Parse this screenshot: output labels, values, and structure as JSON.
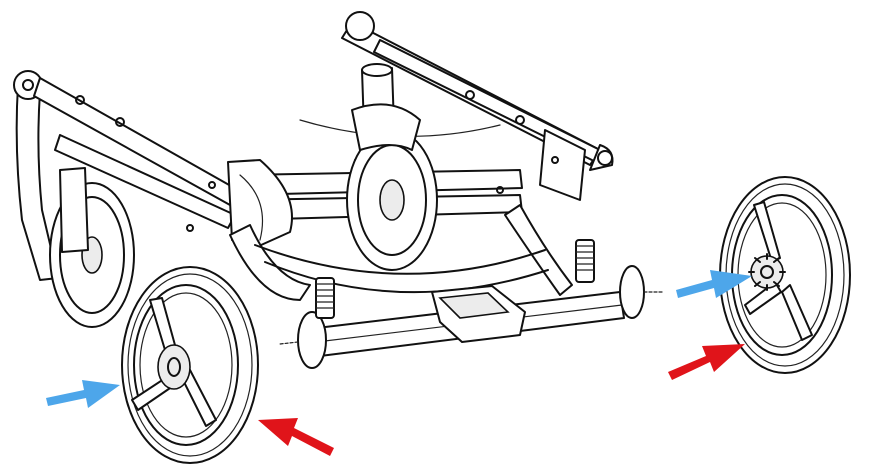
{
  "figure": {
    "subject": "stroller-chassis-wheel-assembly",
    "arrows": [
      {
        "name": "blue-arrow-left",
        "role": "push-direction",
        "color": "#4da6ea"
      },
      {
        "name": "red-arrow-left",
        "role": "pointer",
        "color": "#e0141a"
      },
      {
        "name": "blue-arrow-right",
        "role": "push-direction",
        "color": "#4da6ea"
      },
      {
        "name": "red-arrow-right",
        "role": "pointer",
        "color": "#e0141a"
      }
    ]
  },
  "colors": {
    "line": "#111111",
    "background": "#ffffff",
    "tire_fill": "#ffffff"
  }
}
